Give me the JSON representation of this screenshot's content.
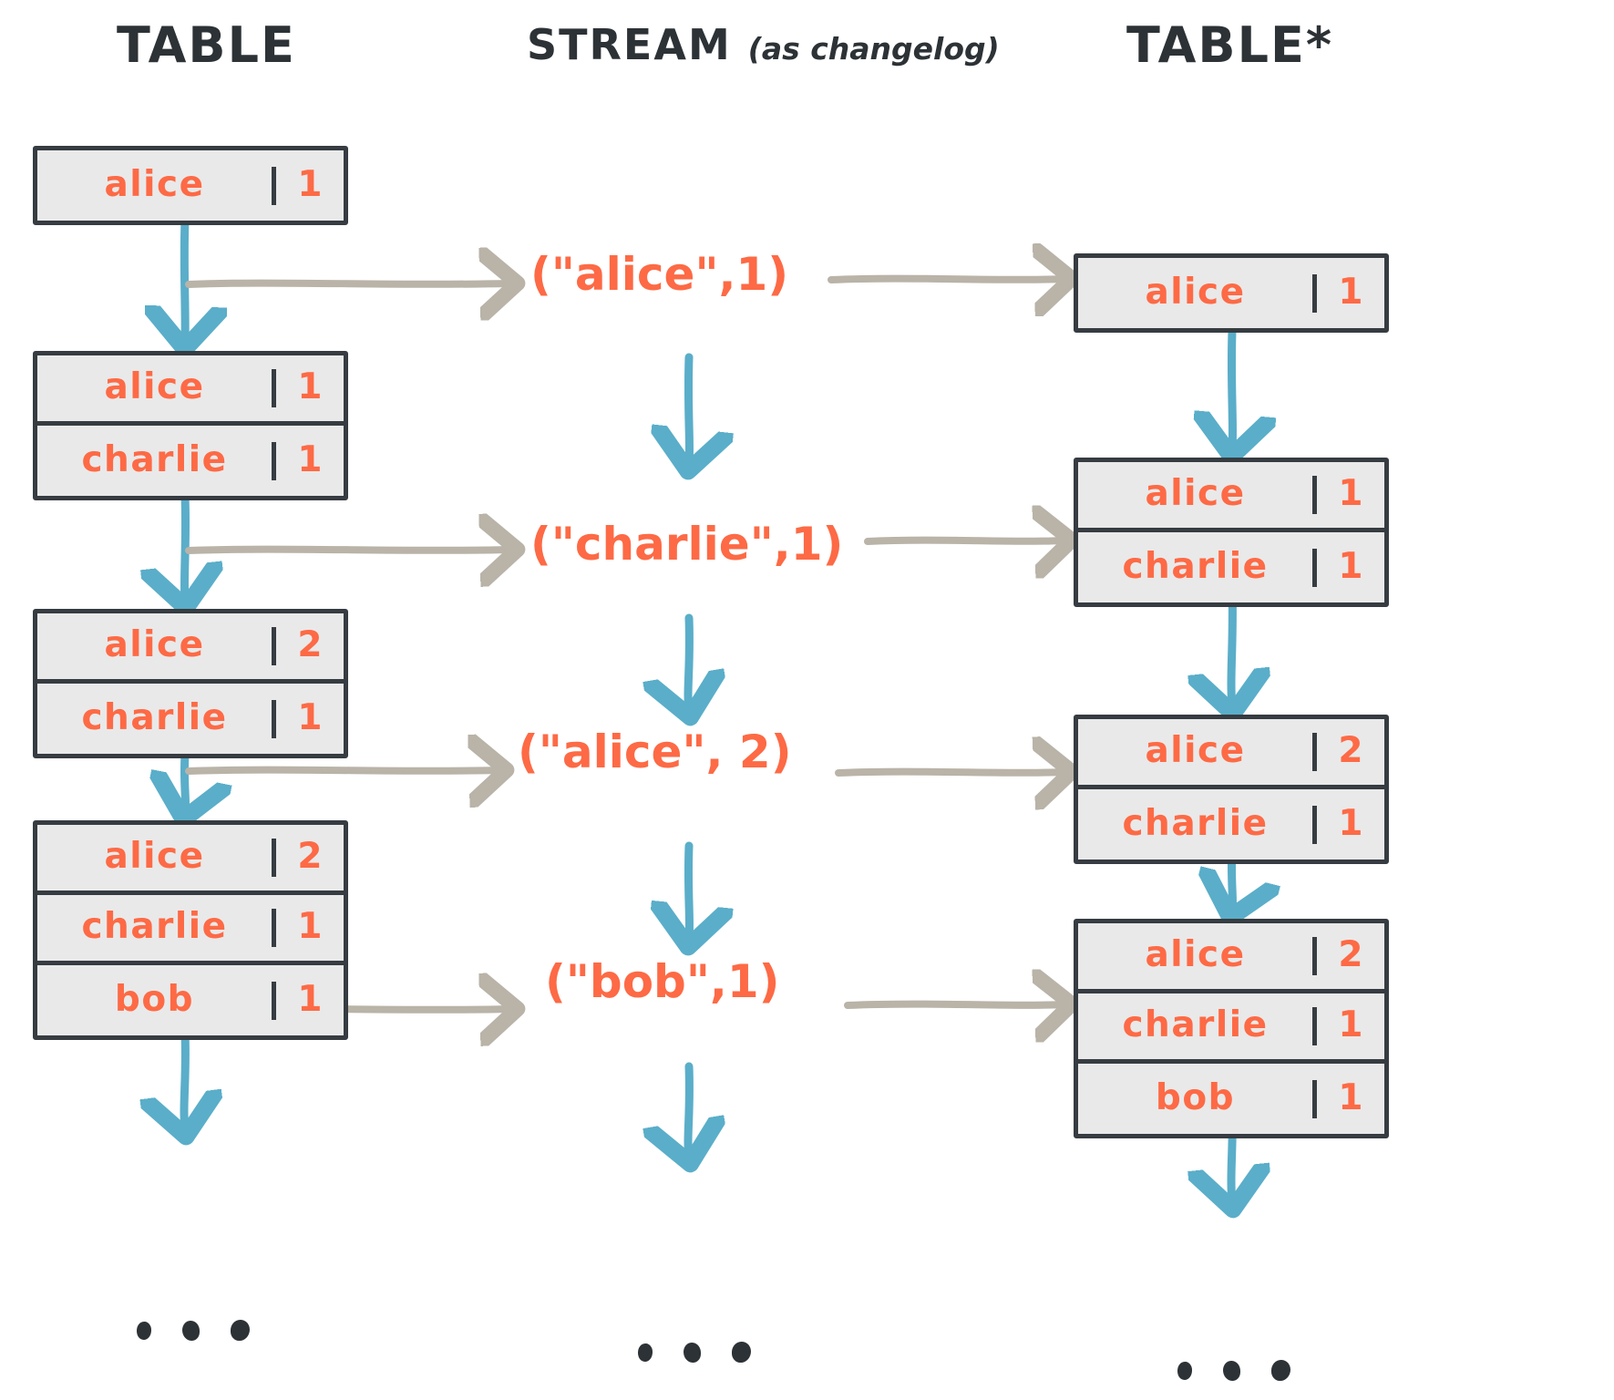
{
  "columns": {
    "left": {
      "title": "Table"
    },
    "center": {
      "title": "Stream",
      "subtitle": "(as changelog)"
    },
    "right": {
      "title": "Table*"
    }
  },
  "colors": {
    "ink": "#2c3236",
    "table_border": "#363c41",
    "table_fill": "#e9e9e9",
    "value_text": "#fd6a45",
    "down_arrow": "#5aaec9",
    "across_arrow": "#b9b3a8",
    "background": "#ffffff"
  },
  "left_tables": [
    {
      "rows": [
        {
          "key": "alice",
          "value": "1"
        }
      ]
    },
    {
      "rows": [
        {
          "key": "alice",
          "value": "1"
        },
        {
          "key": "charlie",
          "value": "1"
        }
      ]
    },
    {
      "rows": [
        {
          "key": "alice",
          "value": "2"
        },
        {
          "key": "charlie",
          "value": "1"
        }
      ]
    },
    {
      "rows": [
        {
          "key": "alice",
          "value": "2"
        },
        {
          "key": "charlie",
          "value": "1"
        },
        {
          "key": "bob",
          "value": "1"
        }
      ]
    }
  ],
  "stream_tuples": [
    {
      "key": "\"alice\"",
      "value": "1",
      "text": "(\"alice\",1)"
    },
    {
      "key": "\"charlie\"",
      "value": "1",
      "text": "(\"charlie\",1)"
    },
    {
      "key": "\"alice\"",
      "value": "2",
      "text": "(\"alice\", 2)"
    },
    {
      "key": "\"bob\"",
      "value": "1",
      "text": "(\"bob\",1)"
    }
  ],
  "right_tables": [
    {
      "rows": [
        {
          "key": "alice",
          "value": "1"
        }
      ]
    },
    {
      "rows": [
        {
          "key": "alice",
          "value": "1"
        },
        {
          "key": "charlie",
          "value": "1"
        }
      ]
    },
    {
      "rows": [
        {
          "key": "alice",
          "value": "2"
        },
        {
          "key": "charlie",
          "value": "1"
        }
      ]
    },
    {
      "rows": [
        {
          "key": "alice",
          "value": "2"
        },
        {
          "key": "charlie",
          "value": "1"
        },
        {
          "key": "bob",
          "value": "1"
        }
      ]
    }
  ],
  "ellipsis": {
    "left": "...",
    "center": "...",
    "right": "..."
  }
}
